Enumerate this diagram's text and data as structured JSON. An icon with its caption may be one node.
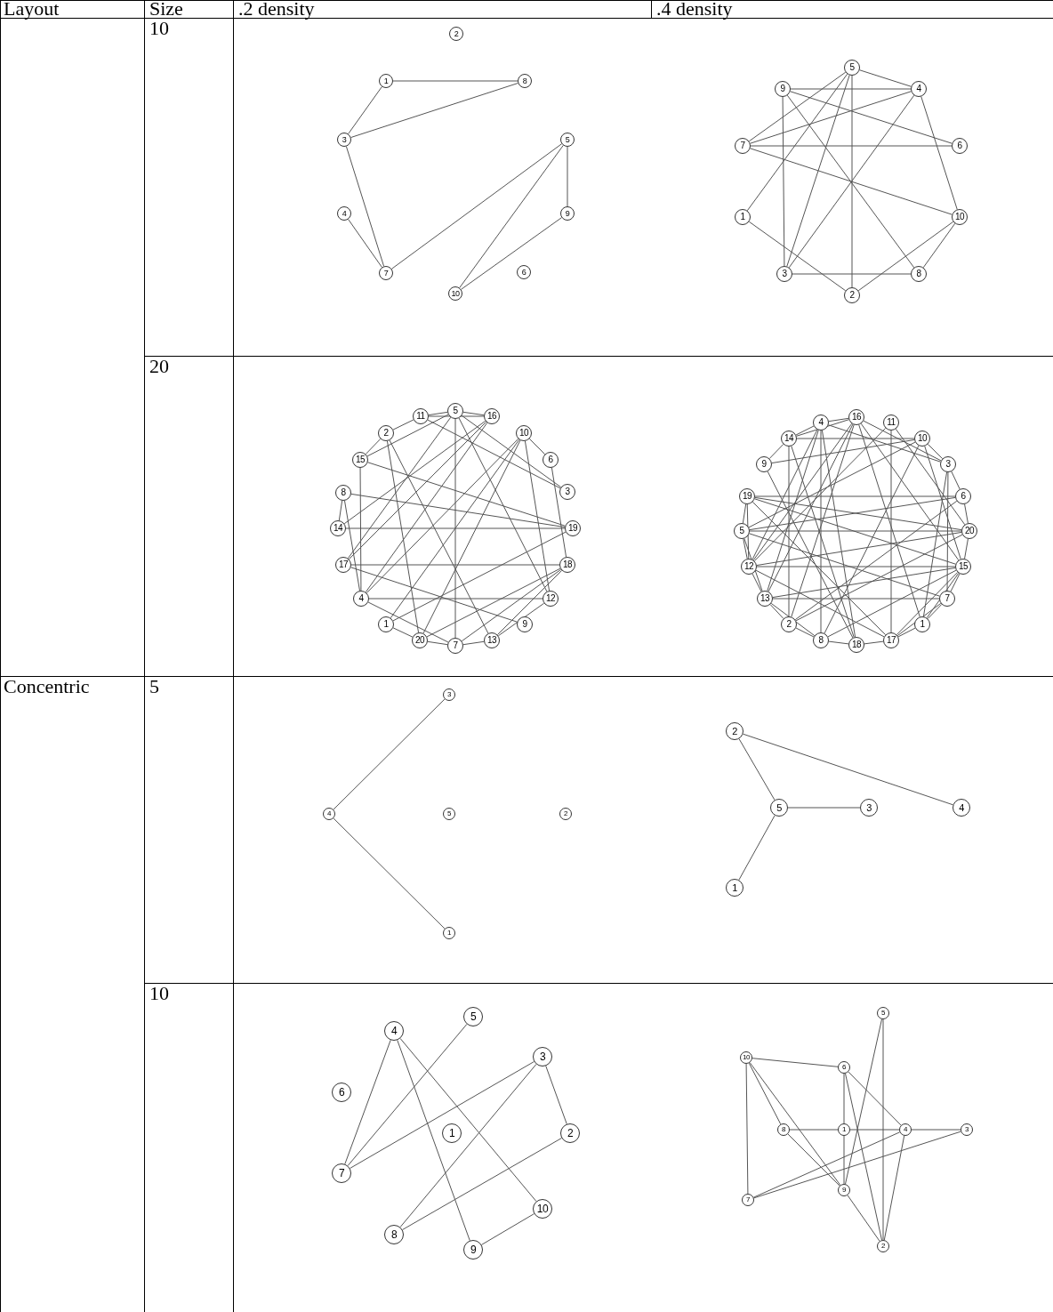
{
  "diagram": {
    "nodes": [
      {
        "text": [
          "1"
        ]
      },
      {
        "text": [
          "2"
        ]
      },
      {
        "text": [
          "3"
        ]
      },
      {
        "text": [
          "4"
        ]
      },
      {
        "text": [
          "5"
        ]
      },
      {
        "text": [
          "6"
        ]
      },
      {
        "text": [
          "7"
        ]
      },
      {
        "text": [
          "8"
        ]
      },
      {
        "text": [
          "9"
        ]
      },
      {
        "text": [
          "10"
        ]
      },
      {
        "text": [
          "1"
        ]
      },
      {
        "text": [
          "2"
        ]
      },
      {
        "text": [
          "3"
        ]
      },
      {
        "text": [
          "4"
        ]
      },
      {
        "text": [
          "5"
        ]
      },
      {
        "text": [
          "6"
        ]
      },
      {
        "text": [
          "7"
        ]
      },
      {
        "text": [
          "8"
        ]
      },
      {
        "text": [
          "9"
        ]
      },
      {
        "text": [
          "10"
        ]
      },
      {
        "text": [
          "1"
        ]
      },
      {
        "text": [
          "2"
        ]
      },
      {
        "text": [
          "3"
        ]
      },
      {
        "text": [
          "4"
        ]
      },
      {
        "text": [
          "5"
        ]
      },
      {
        "text": [
          "6"
        ]
      },
      {
        "text": [
          "7"
        ]
      },
      {
        "text": [
          "8"
        ]
      },
      {
        "text": [
          "9"
        ]
      },
      {
        "text": [
          "10"
        ]
      },
      {
        "text": [
          "11"
        ]
      },
      {
        "text": [
          "12"
        ]
      },
      {
        "text": [
          "13"
        ]
      },
      {
        "text": [
          "14"
        ]
      },
      {
        "text": [
          "15"
        ]
      },
      {
        "text": [
          "16"
        ]
      },
      {
        "text": [
          "17"
        ]
      },
      {
        "text": [
          "18"
        ]
      },
      {
        "text": [
          "19"
        ]
      },
      {
        "text": [
          "20"
        ]
      },
      {
        "text": [
          "1"
        ]
      },
      {
        "text": [
          "2"
        ]
      },
      {
        "text": [
          "3"
        ]
      },
      {
        "text": [
          "4"
        ]
      },
      {
        "text": [
          "5"
        ]
      },
      {
        "text": [
          "6"
        ]
      },
      {
        "text": [
          "7"
        ]
      },
      {
        "text": [
          "8"
        ]
      },
      {
        "text": [
          "9"
        ]
      },
      {
        "text": [
          "10"
        ]
      },
      {
        "text": [
          "11"
        ]
      },
      {
        "text": [
          "12"
        ]
      },
      {
        "text": [
          "13"
        ]
      },
      {
        "text": [
          "14"
        ]
      },
      {
        "text": [
          "15"
        ]
      },
      {
        "text": [
          "16"
        ]
      },
      {
        "text": [
          "17"
        ]
      },
      {
        "text": [
          "18"
        ]
      },
      {
        "text": [
          "19"
        ]
      },
      {
        "text": [
          "20"
        ]
      },
      {
        "text": [
          "1"
        ]
      },
      {
        "text": [
          "2"
        ]
      },
      {
        "text": [
          "3"
        ]
      },
      {
        "text": [
          "4"
        ]
      },
      {
        "text": [
          "5"
        ]
      },
      {
        "text": [
          "1"
        ]
      },
      {
        "text": [
          "2"
        ]
      },
      {
        "text": [
          "3"
        ]
      },
      {
        "text": [
          "4"
        ]
      },
      {
        "text": [
          "5"
        ]
      },
      {
        "text": [
          "1"
        ]
      },
      {
        "text": [
          "2"
        ]
      },
      {
        "text": [
          "3"
        ]
      },
      {
        "text": [
          "4"
        ]
      },
      {
        "text": [
          "5"
        ]
      },
      {
        "text": [
          "6"
        ]
      },
      {
        "text": [
          "7"
        ]
      },
      {
        "text": [
          "8"
        ]
      },
      {
        "text": [
          "9"
        ]
      },
      {
        "text": [
          "10"
        ]
      },
      {
        "text": [
          "1"
        ]
      },
      {
        "text": [
          "2"
        ]
      },
      {
        "text": [
          "3"
        ]
      },
      {
        "text": [
          "4"
        ]
      },
      {
        "text": [
          "5"
        ]
      },
      {
        "text": [
          "6"
        ]
      },
      {
        "text": [
          "7"
        ]
      },
      {
        "text": [
          "8"
        ]
      },
      {
        "text": [
          "9"
        ]
      },
      {
        "text": [
          "10"
        ]
      }
    ],
    "edges": [
      {
        "from": 0,
        "to": 7,
        "arrow": "none"
      },
      {
        "from": 0,
        "to": 2,
        "arrow": "none"
      },
      {
        "from": 2,
        "to": 7,
        "arrow": "none"
      },
      {
        "from": 2,
        "to": 6,
        "arrow": "none"
      },
      {
        "from": 3,
        "to": 6,
        "arrow": "none"
      },
      {
        "from": 6,
        "to": 4,
        "arrow": "none"
      },
      {
        "from": 4,
        "to": 8,
        "arrow": "none"
      },
      {
        "from": 4,
        "to": 9,
        "arrow": "none"
      },
      {
        "from": 8,
        "to": 9,
        "arrow": "none"
      },
      {
        "from": 14,
        "to": 13,
        "arrow": "none"
      },
      {
        "from": 14,
        "to": 16,
        "arrow": "none"
      },
      {
        "from": 14,
        "to": 10,
        "arrow": "none"
      },
      {
        "from": 14,
        "to": 12,
        "arrow": "none"
      },
      {
        "from": 14,
        "to": 11,
        "arrow": "none"
      },
      {
        "from": 18,
        "to": 12,
        "arrow": "none"
      },
      {
        "from": 18,
        "to": 13,
        "arrow": "none"
      },
      {
        "from": 18,
        "to": 15,
        "arrow": "none"
      },
      {
        "from": 18,
        "to": 17,
        "arrow": "none"
      },
      {
        "from": 16,
        "to": 13,
        "arrow": "none"
      },
      {
        "from": 16,
        "to": 15,
        "arrow": "none"
      },
      {
        "from": 16,
        "to": 19,
        "arrow": "none"
      },
      {
        "from": 13,
        "to": 12,
        "arrow": "none"
      },
      {
        "from": 13,
        "to": 19,
        "arrow": "none"
      },
      {
        "from": 10,
        "to": 11,
        "arrow": "none"
      },
      {
        "from": 12,
        "to": 17,
        "arrow": "none"
      },
      {
        "from": 11,
        "to": 19,
        "arrow": "none"
      },
      {
        "from": 19,
        "to": 17,
        "arrow": "none"
      },
      {
        "from": 30,
        "to": 24,
        "arrow": "none"
      },
      {
        "from": 30,
        "to": 35,
        "arrow": "none"
      },
      {
        "from": 24,
        "to": 35,
        "arrow": "none"
      },
      {
        "from": 21,
        "to": 30,
        "arrow": "none"
      },
      {
        "from": 21,
        "to": 34,
        "arrow": "none"
      },
      {
        "from": 34,
        "to": 24,
        "arrow": "none"
      },
      {
        "from": 34,
        "to": 38,
        "arrow": "none"
      },
      {
        "from": 34,
        "to": 23,
        "arrow": "none"
      },
      {
        "from": 24,
        "to": 26,
        "arrow": "none"
      },
      {
        "from": 24,
        "to": 31,
        "arrow": "none"
      },
      {
        "from": 24,
        "to": 22,
        "arrow": "none"
      },
      {
        "from": 30,
        "to": 22,
        "arrow": "none"
      },
      {
        "from": 24,
        "to": 36,
        "arrow": "none"
      },
      {
        "from": 35,
        "to": 36,
        "arrow": "none"
      },
      {
        "from": 35,
        "to": 33,
        "arrow": "none"
      },
      {
        "from": 35,
        "to": 23,
        "arrow": "none"
      },
      {
        "from": 29,
        "to": 23,
        "arrow": "none"
      },
      {
        "from": 29,
        "to": 20,
        "arrow": "none"
      },
      {
        "from": 29,
        "to": 39,
        "arrow": "none"
      },
      {
        "from": 29,
        "to": 31,
        "arrow": "none"
      },
      {
        "from": 29,
        "to": 25,
        "arrow": "none"
      },
      {
        "from": 25,
        "to": 37,
        "arrow": "none"
      },
      {
        "from": 27,
        "to": 33,
        "arrow": "none"
      },
      {
        "from": 27,
        "to": 23,
        "arrow": "none"
      },
      {
        "from": 27,
        "to": 38,
        "arrow": "none"
      },
      {
        "from": 33,
        "to": 38,
        "arrow": "none"
      },
      {
        "from": 36,
        "to": 37,
        "arrow": "none"
      },
      {
        "from": 36,
        "to": 28,
        "arrow": "none"
      },
      {
        "from": 23,
        "to": 31,
        "arrow": "none"
      },
      {
        "from": 23,
        "to": 26,
        "arrow": "none"
      },
      {
        "from": 21,
        "to": 39,
        "arrow": "none"
      },
      {
        "from": 21,
        "to": 32,
        "arrow": "none"
      },
      {
        "from": 20,
        "to": 38,
        "arrow": "none"
      },
      {
        "from": 37,
        "to": 39,
        "arrow": "none"
      },
      {
        "from": 37,
        "to": 26,
        "arrow": "none"
      },
      {
        "from": 37,
        "to": 32,
        "arrow": "none"
      },
      {
        "from": 31,
        "to": 32,
        "arrow": "none"
      },
      {
        "from": 20,
        "to": 39,
        "arrow": "none"
      },
      {
        "from": 39,
        "to": 26,
        "arrow": "none"
      },
      {
        "from": 26,
        "to": 32,
        "arrow": "none"
      },
      {
        "from": 43,
        "to": 55,
        "arrow": "none"
      },
      {
        "from": 43,
        "to": 53,
        "arrow": "none"
      },
      {
        "from": 53,
        "to": 55,
        "arrow": "none"
      },
      {
        "from": 43,
        "to": 47,
        "arrow": "none"
      },
      {
        "from": 50,
        "to": 56,
        "arrow": "none"
      },
      {
        "from": 53,
        "to": 49,
        "arrow": "none"
      },
      {
        "from": 58,
        "to": 45,
        "arrow": "none"
      },
      {
        "from": 44,
        "to": 59,
        "arrow": "none"
      },
      {
        "from": 51,
        "to": 54,
        "arrow": "none"
      },
      {
        "from": 52,
        "to": 46,
        "arrow": "none"
      },
      {
        "from": 48,
        "to": 53,
        "arrow": "none"
      },
      {
        "from": 48,
        "to": 49,
        "arrow": "none"
      },
      {
        "from": 48,
        "to": 57,
        "arrow": "none"
      },
      {
        "from": 42,
        "to": 46,
        "arrow": "none"
      },
      {
        "from": 42,
        "to": 40,
        "arrow": "none"
      },
      {
        "from": 42,
        "to": 45,
        "arrow": "none"
      },
      {
        "from": 55,
        "to": 42,
        "arrow": "none"
      },
      {
        "from": 55,
        "to": 54,
        "arrow": "none"
      },
      {
        "from": 55,
        "to": 40,
        "arrow": "none"
      },
      {
        "from": 55,
        "to": 52,
        "arrow": "none"
      },
      {
        "from": 55,
        "to": 41,
        "arrow": "none"
      },
      {
        "from": 55,
        "to": 51,
        "arrow": "none"
      },
      {
        "from": 43,
        "to": 42,
        "arrow": "none"
      },
      {
        "from": 43,
        "to": 51,
        "arrow": "none"
      },
      {
        "from": 43,
        "to": 52,
        "arrow": "none"
      },
      {
        "from": 50,
        "to": 51,
        "arrow": "none"
      },
      {
        "from": 50,
        "to": 59,
        "arrow": "none"
      },
      {
        "from": 49,
        "to": 42,
        "arrow": "none"
      },
      {
        "from": 49,
        "to": 44,
        "arrow": "none"
      },
      {
        "from": 49,
        "to": 47,
        "arrow": "none"
      },
      {
        "from": 49,
        "to": 54,
        "arrow": "none"
      },
      {
        "from": 58,
        "to": 44,
        "arrow": "none"
      },
      {
        "from": 58,
        "to": 51,
        "arrow": "none"
      },
      {
        "from": 58,
        "to": 59,
        "arrow": "none"
      },
      {
        "from": 58,
        "to": 54,
        "arrow": "none"
      },
      {
        "from": 58,
        "to": 56,
        "arrow": "none"
      },
      {
        "from": 44,
        "to": 51,
        "arrow": "none"
      },
      {
        "from": 44,
        "to": 52,
        "arrow": "none"
      },
      {
        "from": 44,
        "to": 45,
        "arrow": "none"
      },
      {
        "from": 44,
        "to": 46,
        "arrow": "none"
      },
      {
        "from": 51,
        "to": 52,
        "arrow": "none"
      },
      {
        "from": 51,
        "to": 59,
        "arrow": "none"
      },
      {
        "from": 51,
        "to": 56,
        "arrow": "none"
      },
      {
        "from": 52,
        "to": 41,
        "arrow": "none"
      },
      {
        "from": 52,
        "to": 47,
        "arrow": "none"
      },
      {
        "from": 52,
        "to": 54,
        "arrow": "none"
      },
      {
        "from": 41,
        "to": 47,
        "arrow": "none"
      },
      {
        "from": 41,
        "to": 45,
        "arrow": "none"
      },
      {
        "from": 41,
        "to": 59,
        "arrow": "none"
      },
      {
        "from": 47,
        "to": 57,
        "arrow": "none"
      },
      {
        "from": 47,
        "to": 54,
        "arrow": "none"
      },
      {
        "from": 57,
        "to": 56,
        "arrow": "none"
      },
      {
        "from": 56,
        "to": 40,
        "arrow": "none"
      },
      {
        "from": 56,
        "to": 46,
        "arrow": "none"
      },
      {
        "from": 56,
        "to": 54,
        "arrow": "none"
      },
      {
        "from": 40,
        "to": 46,
        "arrow": "none"
      },
      {
        "from": 40,
        "to": 54,
        "arrow": "none"
      },
      {
        "from": 46,
        "to": 54,
        "arrow": "none"
      },
      {
        "from": 54,
        "to": 59,
        "arrow": "none"
      },
      {
        "from": 59,
        "to": 45,
        "arrow": "none"
      },
      {
        "from": 53,
        "to": 57,
        "arrow": "none"
      },
      {
        "from": 53,
        "to": 41,
        "arrow": "none"
      },
      {
        "from": 43,
        "to": 57,
        "arrow": "none"
      },
      {
        "from": 63,
        "to": 62,
        "arrow": "none"
      },
      {
        "from": 63,
        "to": 60,
        "arrow": "none"
      },
      {
        "from": 66,
        "to": 69,
        "arrow": "none"
      },
      {
        "from": 66,
        "to": 68,
        "arrow": "none"
      },
      {
        "from": 69,
        "to": 67,
        "arrow": "none"
      },
      {
        "from": 69,
        "to": 65,
        "arrow": "none"
      },
      {
        "from": 73,
        "to": 76,
        "arrow": "none"
      },
      {
        "from": 73,
        "to": 78,
        "arrow": "none"
      },
      {
        "from": 73,
        "to": 79,
        "arrow": "none"
      },
      {
        "from": 74,
        "to": 76,
        "arrow": "none"
      },
      {
        "from": 72,
        "to": 76,
        "arrow": "none"
      },
      {
        "from": 72,
        "to": 77,
        "arrow": "none"
      },
      {
        "from": 72,
        "to": 71,
        "arrow": "none"
      },
      {
        "from": 71,
        "to": 77,
        "arrow": "none"
      },
      {
        "from": 79,
        "to": 78,
        "arrow": "none"
      },
      {
        "from": 89,
        "to": 85,
        "arrow": "none"
      },
      {
        "from": 89,
        "to": 86,
        "arrow": "none"
      },
      {
        "from": 89,
        "to": 87,
        "arrow": "none"
      },
      {
        "from": 89,
        "to": 88,
        "arrow": "none"
      },
      {
        "from": 85,
        "to": 80,
        "arrow": "none"
      },
      {
        "from": 85,
        "to": 83,
        "arrow": "none"
      },
      {
        "from": 85,
        "to": 81,
        "arrow": "none"
      },
      {
        "from": 87,
        "to": 80,
        "arrow": "none"
      },
      {
        "from": 80,
        "to": 83,
        "arrow": "none"
      },
      {
        "from": 80,
        "to": 88,
        "arrow": "none"
      },
      {
        "from": 83,
        "to": 82,
        "arrow": "none"
      },
      {
        "from": 87,
        "to": 88,
        "arrow": "none"
      },
      {
        "from": 83,
        "to": 86,
        "arrow": "none"
      },
      {
        "from": 82,
        "to": 86,
        "arrow": "none"
      },
      {
        "from": 84,
        "to": 88,
        "arrow": "none"
      },
      {
        "from": 84,
        "to": 81,
        "arrow": "none"
      },
      {
        "from": 83,
        "to": 81,
        "arrow": "none"
      },
      {
        "from": 88,
        "to": 81,
        "arrow": "none"
      }
    ],
    "labels": [
      "Layout",
      "Size",
      ".2 density",
      ".4 density",
      "10",
      "20",
      "Concentric",
      "5",
      "10"
    ]
  }
}
